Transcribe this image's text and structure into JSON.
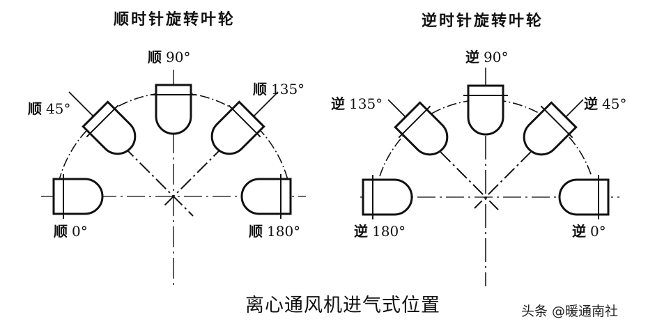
{
  "diagrams": [
    {
      "title": "顺时针旋转叶轮",
      "direction_char": "顺",
      "positions": [
        {
          "angle_label": "90°"
        },
        {
          "angle_label": "45°"
        },
        {
          "angle_label": "135°"
        },
        {
          "angle_label": "0°"
        },
        {
          "angle_label": "180°"
        }
      ]
    },
    {
      "title": "逆时针旋转叶轮",
      "direction_char": "逆",
      "positions": [
        {
          "angle_label": "90°"
        },
        {
          "angle_label": "135°"
        },
        {
          "angle_label": "45°"
        },
        {
          "angle_label": "180°"
        },
        {
          "angle_label": "0°"
        }
      ]
    }
  ],
  "caption": "离心通风机进气式位置",
  "watermark": "头条 @暖通南社",
  "colors": {
    "line": "#111111",
    "background": "#ffffff"
  }
}
